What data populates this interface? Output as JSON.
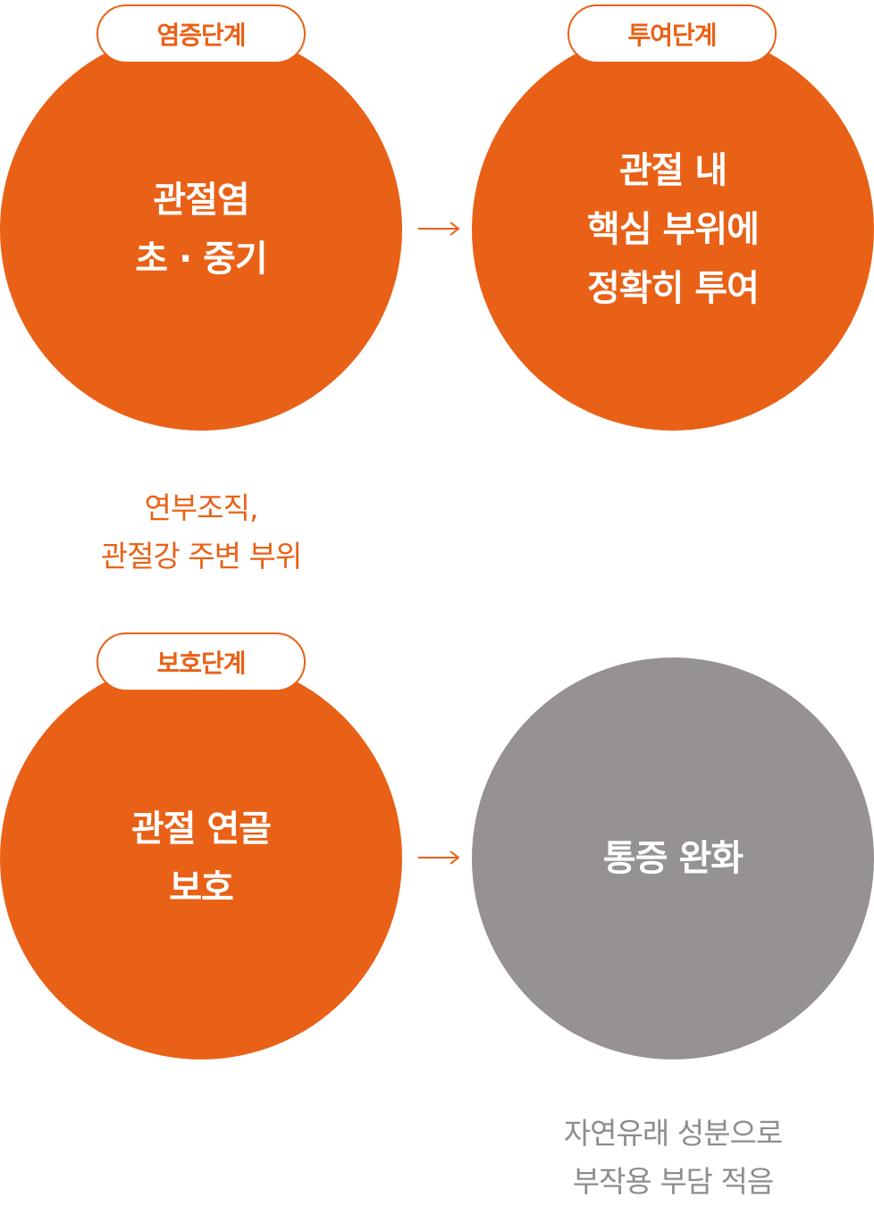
{
  "colors": {
    "accent_orange": "#e96117",
    "neutral_gray": "#959194",
    "pill_background": "#ffffff"
  },
  "steps": [
    {
      "stage_label": "염증단계",
      "circle_lines": [
        "관절염",
        "초 · 중기"
      ],
      "caption_lines": [
        "연부조직,",
        "관절강 주변 부위"
      ]
    },
    {
      "stage_label": "투여단계",
      "circle_lines": [
        "관절 내",
        "핵심 부위에",
        "정확히 투여"
      ]
    },
    {
      "stage_label": "보호단계",
      "circle_lines": [
        "관절 연골",
        "보호"
      ]
    },
    {
      "circle_lines": [
        "통증 완화"
      ],
      "caption_lines": [
        "자연유래 성분으로",
        "부작용 부담 적음"
      ]
    }
  ],
  "arrows": [
    {
      "icon": "arrow-right-icon",
      "from": "염증단계",
      "to": "투여단계"
    },
    {
      "icon": "arrow-right-icon",
      "from": "보호단계",
      "to": "통증 완화"
    }
  ]
}
